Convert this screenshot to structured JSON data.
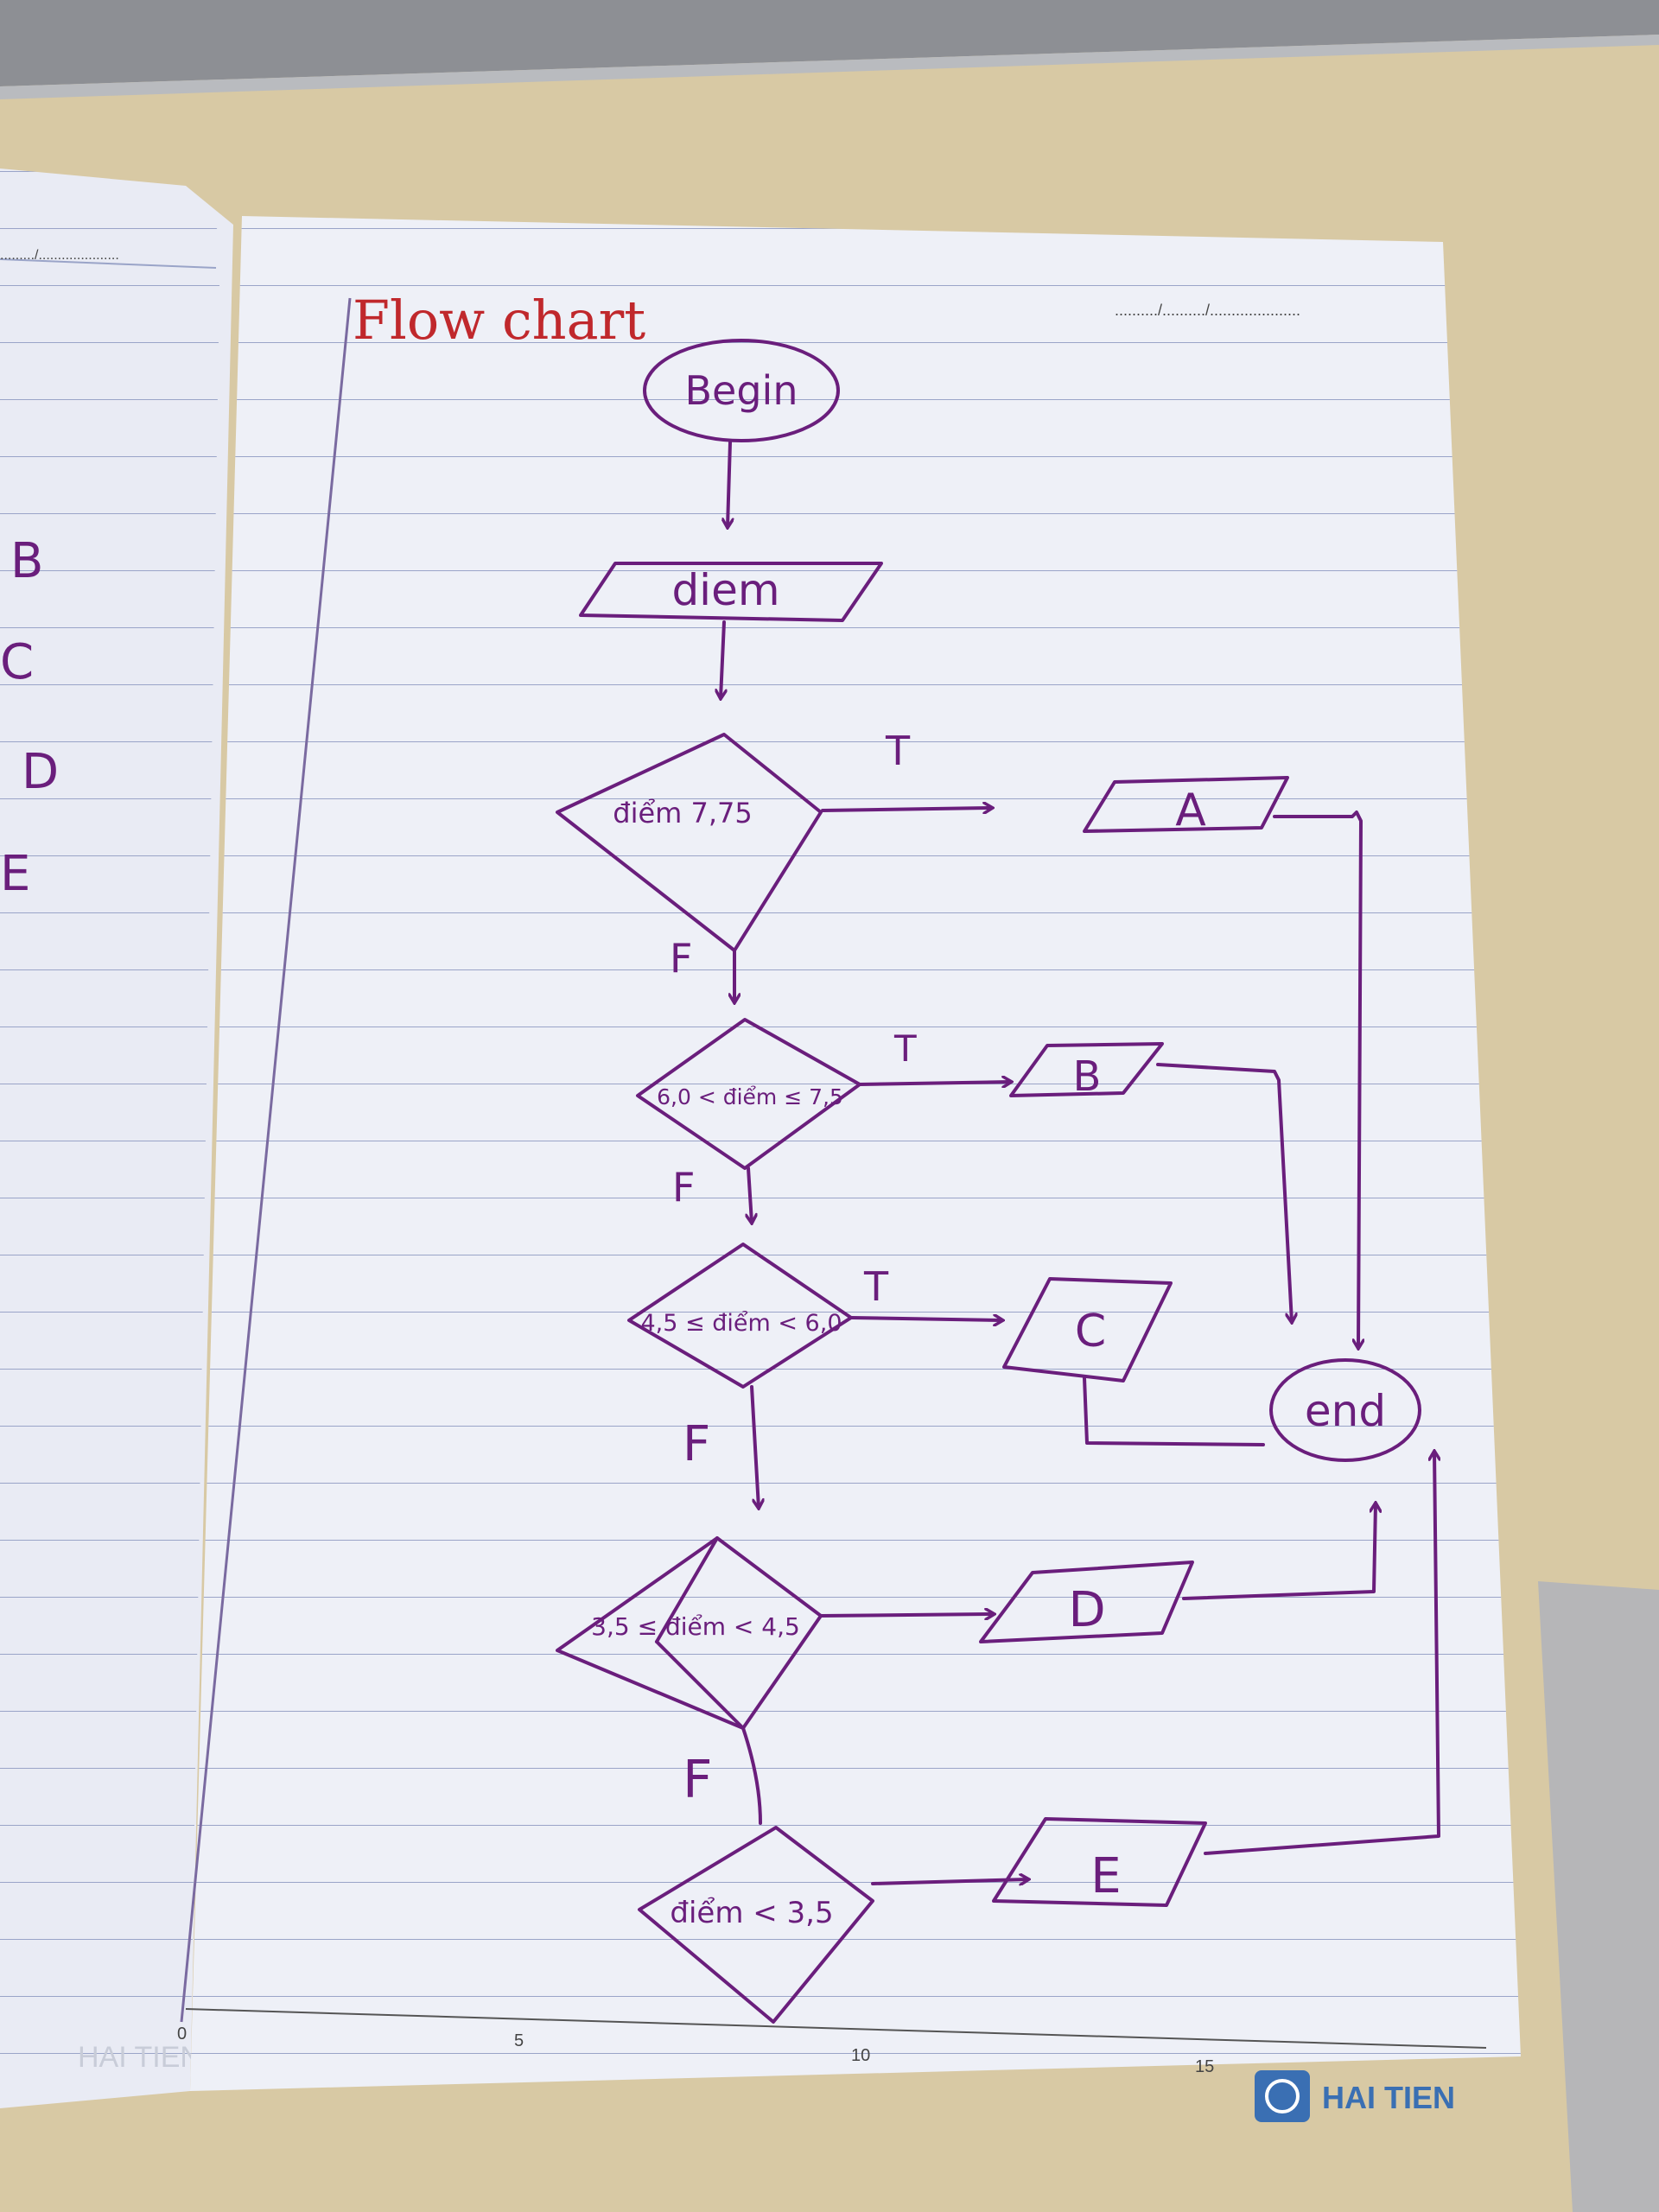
{
  "page": {
    "title": "Flow chart",
    "date_placeholder": "........../........../.....................",
    "left_date_placeholder": "........./.....................",
    "brand": "HAI TIEN",
    "ghost_brand": "HAI TIEN",
    "ruler_ticks": [
      "0",
      "5",
      "10",
      "15"
    ]
  },
  "left_page": {
    "letters": [
      "B",
      "C",
      "D",
      "E"
    ]
  },
  "flowchart": {
    "begin": "Begin",
    "input": "diem",
    "decisions": [
      {
        "text": "điểm 7,75",
        "true_label": "T",
        "false_label": "F"
      },
      {
        "text": "6,0 < điểm ≤ 7,5",
        "true_label": "T",
        "false_label": "F"
      },
      {
        "text": "4,5 ≤ điểm < 6,0",
        "true_label": "T",
        "false_label": "F"
      },
      {
        "text": "3,5 ≤ điểm < 4,5",
        "false_label": "F"
      },
      {
        "text": "điểm < 3,5"
      }
    ],
    "outputs": [
      "A",
      "B",
      "C",
      "D",
      "E"
    ],
    "end": "end"
  },
  "colors": {
    "ink": "#6a1e7c",
    "title": "#c0282c",
    "paper": "#eef0f7",
    "rule": "#9aa4c8",
    "desk": "#d8c9a4",
    "brand": "#3a6fb3"
  }
}
